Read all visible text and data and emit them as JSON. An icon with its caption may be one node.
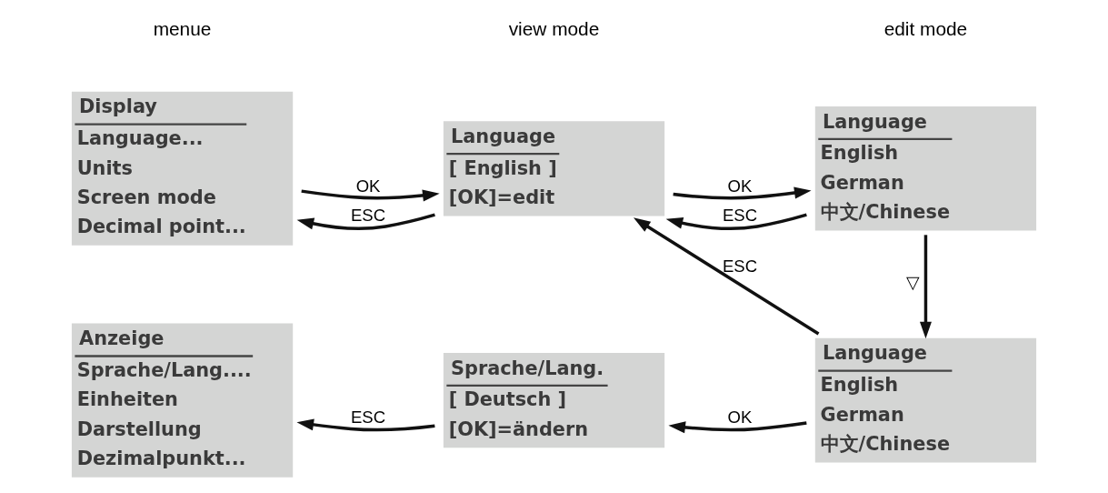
{
  "diagram": {
    "nodes": [
      {
        "text": [
          "Display",
          "Language...",
          "Units",
          "Screen mode",
          "Decimal point..."
        ]
      },
      {
        "text": [
          "Language",
          "[ English ]",
          "[OK]=edit"
        ]
      },
      {
        "text": [
          "Language",
          "English",
          "German",
          "中文/Chinese"
        ]
      },
      {
        "text": [
          "Anzeige",
          "Sprache/Lang....",
          "Einheiten",
          "Darstellung",
          "Dezimalpunkt..."
        ]
      },
      {
        "text": [
          "Sprache/Lang.",
          "[ Deutsch ]",
          "[OK]=ändern"
        ]
      },
      {
        "text": [
          "Language",
          "English",
          "German",
          "中文/Chinese"
        ]
      }
    ],
    "edges": [
      {
        "from": 0,
        "to": 1,
        "arrow": "to",
        "label": "OK"
      },
      {
        "from": 1,
        "to": 0,
        "arrow": "to",
        "label": "ESC"
      },
      {
        "from": 1,
        "to": 2,
        "arrow": "to",
        "label": "OK"
      },
      {
        "from": 2,
        "to": 1,
        "arrow": "to",
        "label": "ESC"
      },
      {
        "from": 2,
        "to": 5,
        "arrow": "to",
        "label": "▽"
      },
      {
        "from": 5,
        "to": 1,
        "arrow": "to",
        "label": "ESC"
      },
      {
        "from": 5,
        "to": 4,
        "arrow": "to",
        "label": "OK"
      },
      {
        "from": 4,
        "to": 3,
        "arrow": "to",
        "label": "ESC"
      }
    ],
    "labels": [
      "menue",
      "view mode",
      "edit mode"
    ]
  }
}
